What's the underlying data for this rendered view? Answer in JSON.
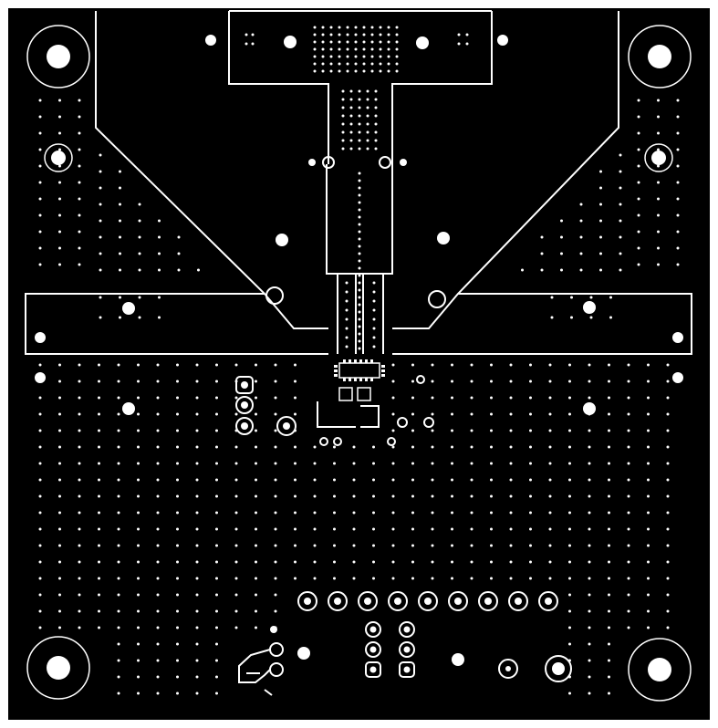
{
  "colors": {
    "background": "#ffffff",
    "board": "#000000",
    "trace": "#ffffff"
  },
  "layer": {
    "kind": "pcb-copper-layer",
    "copper_pour": "solid",
    "mounting_holes": 4,
    "header_pins_top_row": 9,
    "header_pins_left_column": 3,
    "header_pins_bottom_pairs": 3
  }
}
